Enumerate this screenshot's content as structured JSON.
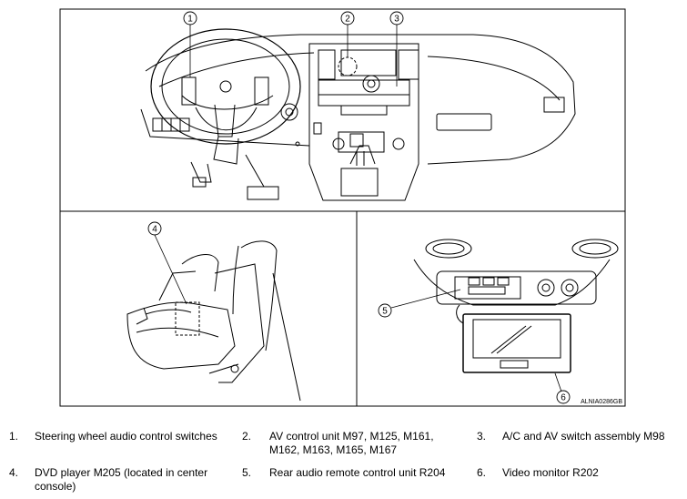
{
  "callouts": [
    "1",
    "2",
    "3",
    "4",
    "5",
    "6"
  ],
  "figure_code": "ALNIA0286GB",
  "legend": [
    {
      "num": "1.",
      "text": "Steering wheel audio control switches"
    },
    {
      "num": "2.",
      "text": "AV control unit M97, M125, M161, M162, M163, M165, M167"
    },
    {
      "num": "3.",
      "text": "A/C and AV switch assembly M98"
    },
    {
      "num": "4.",
      "text": "DVD player M205 (located in center console)"
    },
    {
      "num": "5.",
      "text": "Rear audio remote control unit R204"
    },
    {
      "num": "6.",
      "text": "Video monitor R202"
    }
  ]
}
